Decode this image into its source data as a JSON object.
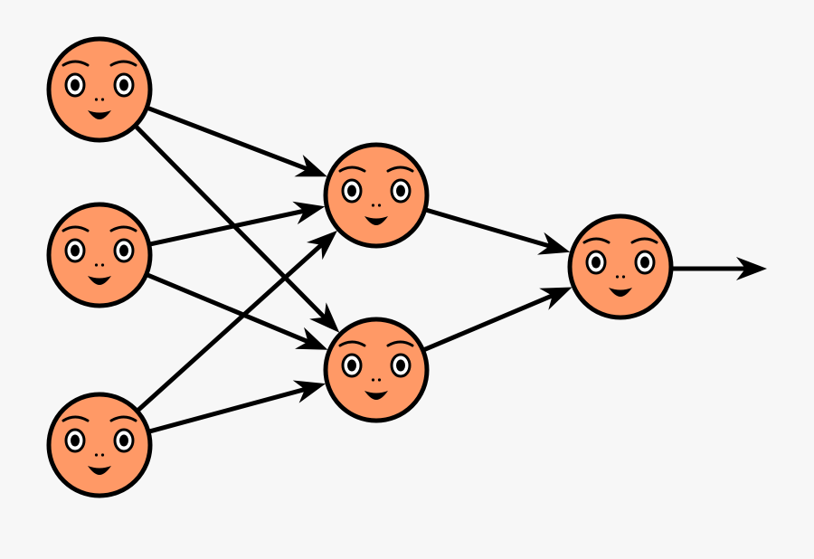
{
  "diagram": {
    "type": "neural-network",
    "layers": [
      {
        "role": "input",
        "neurons": 3
      },
      {
        "role": "hidden",
        "neurons": 2
      },
      {
        "role": "output",
        "neurons": 1
      }
    ],
    "connectivity": "fully-connected",
    "output_arrow": true,
    "neuron_style": "smiling-face",
    "colors": {
      "background": "#f7f7f7",
      "neuron_fill": "#ff9966",
      "stroke": "#000000",
      "eye_white": "#ffffff"
    }
  }
}
